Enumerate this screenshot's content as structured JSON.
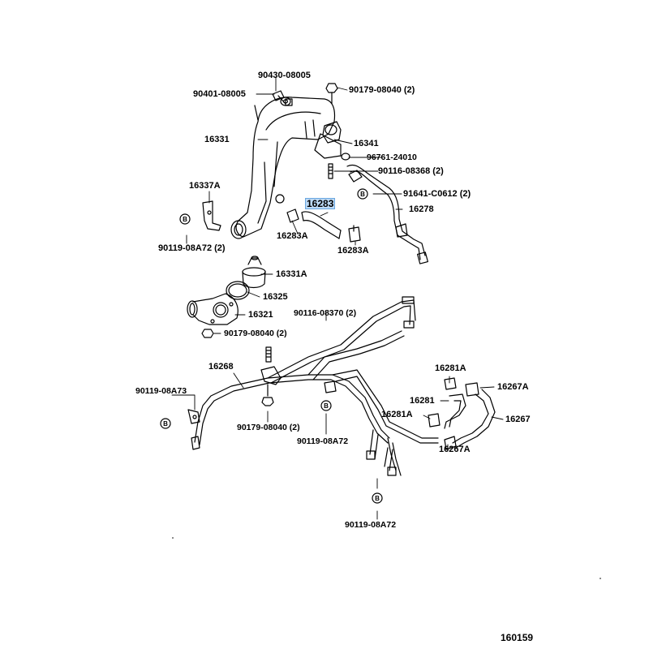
{
  "parts": {
    "p90430": "90430-08005",
    "p90401": "90401-08005",
    "p90179a": "90179-08040 (2)",
    "p16331": "16331",
    "p16341": "16341",
    "p96761": "96761-24010",
    "p90116a": "90116-08368 (2)",
    "p16337A": "16337A",
    "p16283": "16283",
    "p91641": "91641-C0612 (2)",
    "p16278": "16278",
    "p16283A_left": "16283A",
    "p16283A_right": "16283A",
    "p90119a": "90119-08A72 (2)",
    "p16331A": "16331A",
    "p16325": "16325",
    "p16321": "16321",
    "p90116b": "90116-08370 (2)",
    "p90179b": "90179-08040 (2)",
    "p16268": "16268",
    "p90119b": "90119-08A73",
    "p90179c": "90179-08040 (2)",
    "p90119c": "90119-08A72",
    "p16281A_top": "16281A",
    "p16267A_top": "16267A",
    "p16281": "16281",
    "p16267": "16267",
    "p16281A_mid": "16281A",
    "p16267A_bottom": "16267A",
    "p90119d": "90119-08A72"
  },
  "figure_number": "160159",
  "highlight_color": "#bcd9f5",
  "icons": {
    "bolt_marker": "B"
  }
}
